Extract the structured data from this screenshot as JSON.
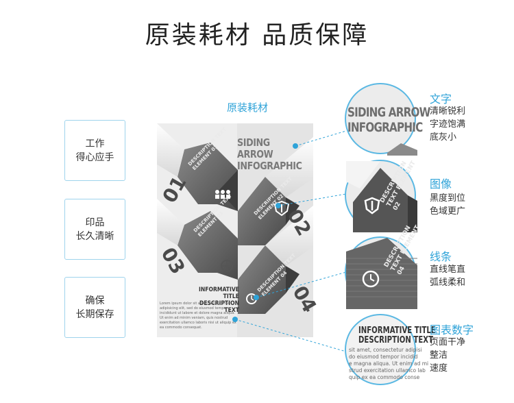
{
  "page_title": "原装耗材  品质保障",
  "features": [
    {
      "line1": "工作",
      "line2": "得心应手"
    },
    {
      "line1": "印品",
      "line2": "长久清晰"
    },
    {
      "line1": "确保",
      "line2": "长期保存"
    }
  ],
  "product_caption": "原装耗材",
  "poster": {
    "headline_1": "SIDING ARROW",
    "headline_2": "INFOGRAPHIC",
    "numbers": [
      "01",
      "02",
      "03",
      "04"
    ],
    "element_labels": [
      "DESCRIPTION TEXT ELEMENT 01",
      "DESCRIPTION TEXT ELEMENT 02",
      "DESCRIPTION TEXT ELEMENT 03",
      "DESCRIPTION TEXT ELEMENT 04"
    ],
    "info_title_1": "INFORMATIVE TITLE",
    "info_title_2": "DESCRIPTION TEXT",
    "body_text": "Lorem ipsum dolor sit amet, consectetur adipisicing elit, sed do eiusmod tempor incididunt ut labore et dolore magna aliqua. Ut enim ad minim veniam, quis nostrud exercitation ullamco laboris nisi ut aliquip ex ea commodo consequat."
  },
  "zooms": {
    "z1_headline_1": "SIDING ARROW",
    "z1_headline_2": "INFOGRAPHIC",
    "z2_label": "DESCRIPTION TEXT ELEMENT 02",
    "z3_label": "DESCRIPTION TEXT ELEMENT 04",
    "z4_title_1": "INFORMATIVE TITLE",
    "z4_title_2": "DESCRIPTION TEXT",
    "z4_lines": [
      "sit amet, consectetur adipisi",
      "do eiusmod tempor incidid",
      "e magna aliqua. Ut enim ad mi",
      "strud exercitation ullamco lab",
      "quip ex ea commodo conse"
    ]
  },
  "specs": [
    {
      "title": "文字",
      "lines": [
        "清晰锐利",
        "字迹饱满",
        "底灰小"
      ]
    },
    {
      "title": "图像",
      "lines": [
        "黑度到位",
        "色域更广"
      ]
    },
    {
      "title": "线条",
      "lines": [
        "直线笔直",
        "弧线柔和"
      ]
    },
    {
      "title": "图表数字",
      "lines": [
        "页面干净",
        "整洁",
        "速度"
      ]
    }
  ],
  "colors": {
    "accent": "#2fa3d8",
    "card_border": "#9ed3ec",
    "arrow_dark": "#5a5a5a",
    "arrow_light": "#8c8c8c"
  },
  "icons": [
    "people-icon",
    "shield-icon",
    "target-icon",
    "clock-icon"
  ]
}
